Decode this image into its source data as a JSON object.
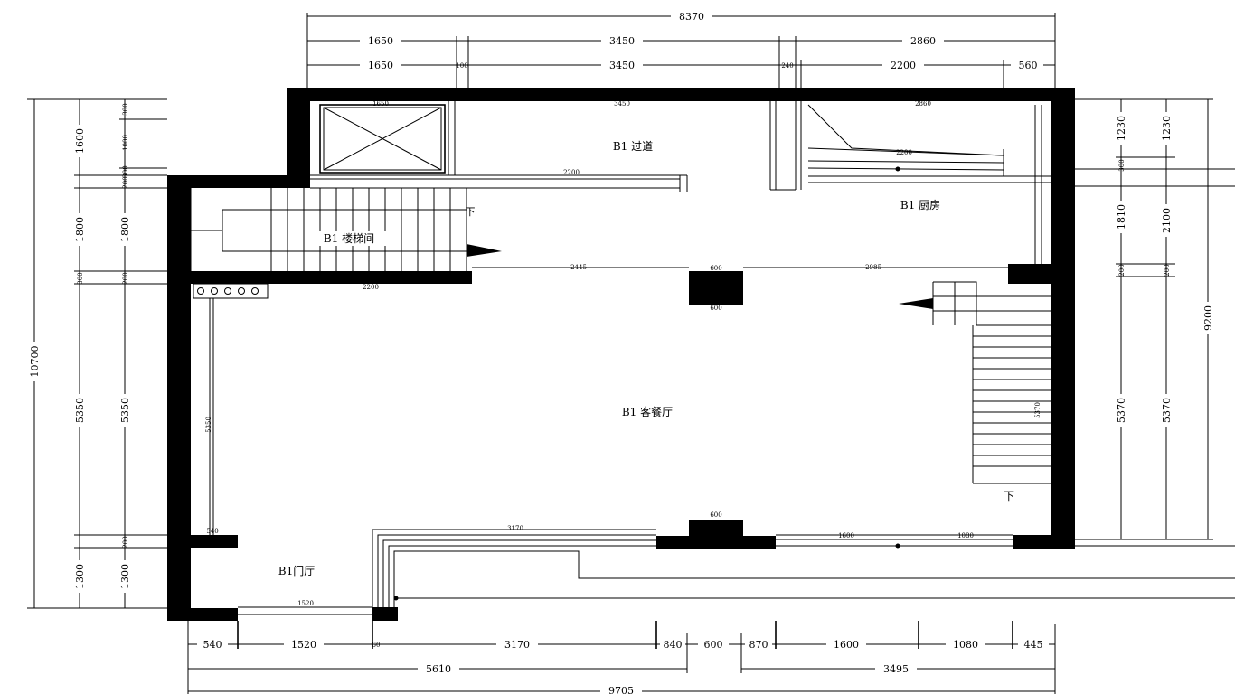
{
  "rooms": {
    "corridor": "B1 过道",
    "kitchen": "B1 厨房",
    "stairwell": "B1 楼梯间",
    "living": "B1 客餐厅",
    "foyer": "B1门厅",
    "down_right": "下",
    "down_left": "下"
  },
  "dims_top": {
    "total": "8370",
    "row1": [
      "1650",
      "3450",
      "2860"
    ],
    "row2": [
      "1650",
      "100",
      "3450",
      "240",
      "2200",
      "560"
    ]
  },
  "dims_bottom": {
    "row1": [
      "540",
      "1520",
      "60",
      "3170",
      "840",
      "600",
      "870",
      "1600",
      "1080",
      "445"
    ],
    "row2": [
      "5610",
      "3495"
    ],
    "total": "9705"
  },
  "dims_left": {
    "outer": "10700",
    "col1": [
      "1600",
      "1800",
      "5350",
      "1300"
    ],
    "col2": [
      "1800",
      "5350",
      "1300"
    ],
    "small": [
      "300",
      "1000",
      "300",
      "200",
      "200",
      "200",
      "300"
    ]
  },
  "dims_right": {
    "col1": [
      "1230",
      "300",
      "1810",
      "200",
      "5370"
    ],
    "col2": [
      "1230",
      "2100",
      "200",
      "5370"
    ],
    "outer": "9200"
  },
  "inner_notes": {
    "corridor_width": "3450",
    "kitchen_width": "2860",
    "shaft_label": "1650",
    "stair_width": "2200",
    "beam_span_left": "2445",
    "beam_span_right": "2985",
    "column_size": "600",
    "wall_len_bottom": "3170",
    "counter_1": "1600",
    "counter_2": "1080",
    "foyer_w": "1520",
    "foyer_door": "540",
    "kitchen_counter": "2200",
    "left_wall": "5350",
    "right_stair": "5370",
    "left_small": "2200"
  }
}
